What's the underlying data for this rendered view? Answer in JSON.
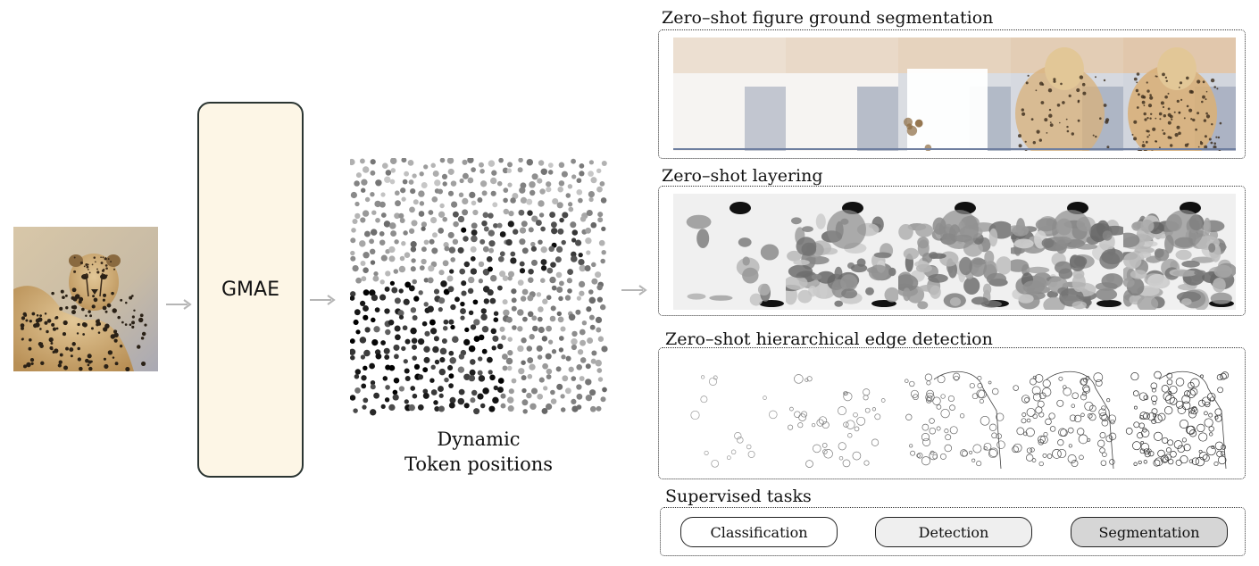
{
  "model": {
    "label": "GMAE"
  },
  "tokens": {
    "caption_line1": "Dynamic",
    "caption_line2": "Token positions"
  },
  "sections": {
    "segmentation": {
      "title": "Zero–shot figure ground segmentation"
    },
    "layering": {
      "title": "Zero–shot layering"
    },
    "edges": {
      "title": "Zero–shot hierarchical edge detection"
    },
    "supervised": {
      "title": "Supervised tasks",
      "tasks": [
        "Classification",
        "Detection",
        "Segmentation"
      ]
    }
  },
  "colors": {
    "gmae_fill": "#fdf6e6",
    "gmae_border": "#2b3532",
    "arrow": "#b5b5b5",
    "pill_classification": "#ffffff",
    "pill_detection": "#efefef",
    "pill_segmentation": "#d6d6d6"
  },
  "icons": [
    "cheetah-photo",
    "arrow-right-icon",
    "token-scatter",
    "thumbnail-image"
  ]
}
